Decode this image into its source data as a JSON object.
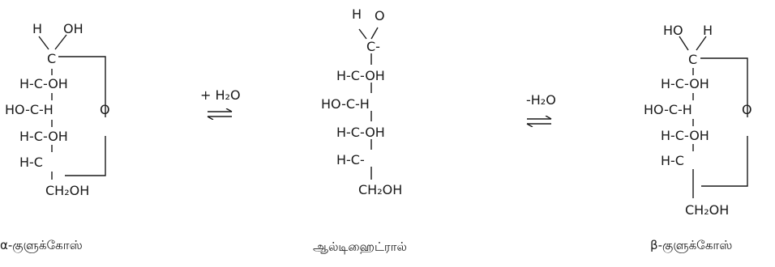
{
  "alpha": {
    "h": "H",
    "oh": "OH",
    "c1": "C",
    "r2": "H-C-OH",
    "r3a": "HO-C-H",
    "r3b": "O",
    "r4": "H-C-OH",
    "r5": "H-C",
    "r6": "CH₂OH",
    "name": "α-குளுக்கோஸ்"
  },
  "reaction1": {
    "label": "+ H₂O"
  },
  "open": {
    "h": "H",
    "o": "O",
    "c1": "C-",
    "r2": "H-C-OH",
    "r3": "HO-C-H",
    "r4": "H-C-OH",
    "r5": "H-C-",
    "r6": "CH₂OH",
    "name": "ஆல்டிஹைட்ரால்"
  },
  "reaction2": {
    "label": "-H₂O"
  },
  "beta": {
    "ho": "HO",
    "h": "H",
    "c1": "C",
    "r2": "H-C-OH",
    "r3a": "HO-C-H",
    "r3b": "O",
    "r4": "H-C-OH",
    "r5": "H-C",
    "r6": "CH₂OH",
    "name": "β-குளுக்கோஸ்"
  }
}
